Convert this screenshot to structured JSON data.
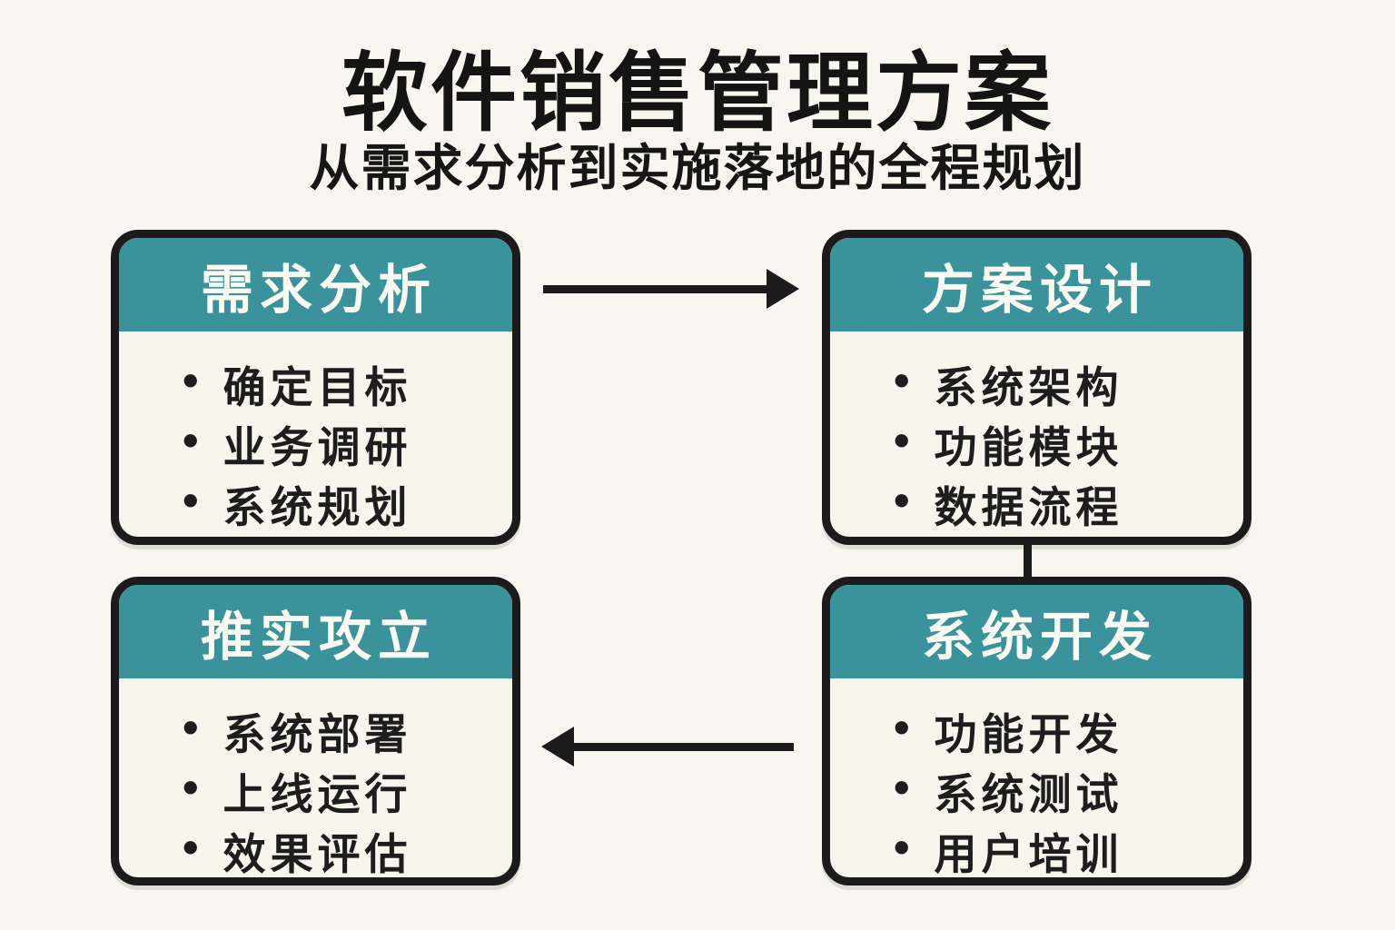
{
  "title": "软件销售管理方案",
  "subtitle": "从需求分析到实施落地的全程规划",
  "icons": {
    "bullet": "•"
  },
  "colors": {
    "background": "#f8f6ef",
    "header_teal": "#3a929a",
    "outline_black": "#1b1b1b",
    "card_body": "#f7f5ec",
    "header_text": "#fbfaf3",
    "body_text": "#1d1d1d"
  },
  "boxes": [
    {
      "title": "需求分析",
      "items": [
        "确定目标",
        "业务调研",
        "系统规划"
      ]
    },
    {
      "title": "方案设计",
      "items": [
        "系统架构",
        "功能模块",
        "数据流程"
      ]
    },
    {
      "title": "推实攻立",
      "items": [
        "系统部署",
        "上线运行",
        "效果评估"
      ]
    },
    {
      "title": "系统开发",
      "items": [
        "功能开发",
        "系统测试",
        "用户培训"
      ]
    }
  ],
  "connectors": [
    {
      "type": "arrow-right",
      "from": "需求分析",
      "to": "方案设计"
    },
    {
      "type": "line-down",
      "from": "方案设计",
      "to": "系统开发"
    },
    {
      "type": "arrow-left",
      "from": "系统开发",
      "to": "推实攻立"
    }
  ]
}
